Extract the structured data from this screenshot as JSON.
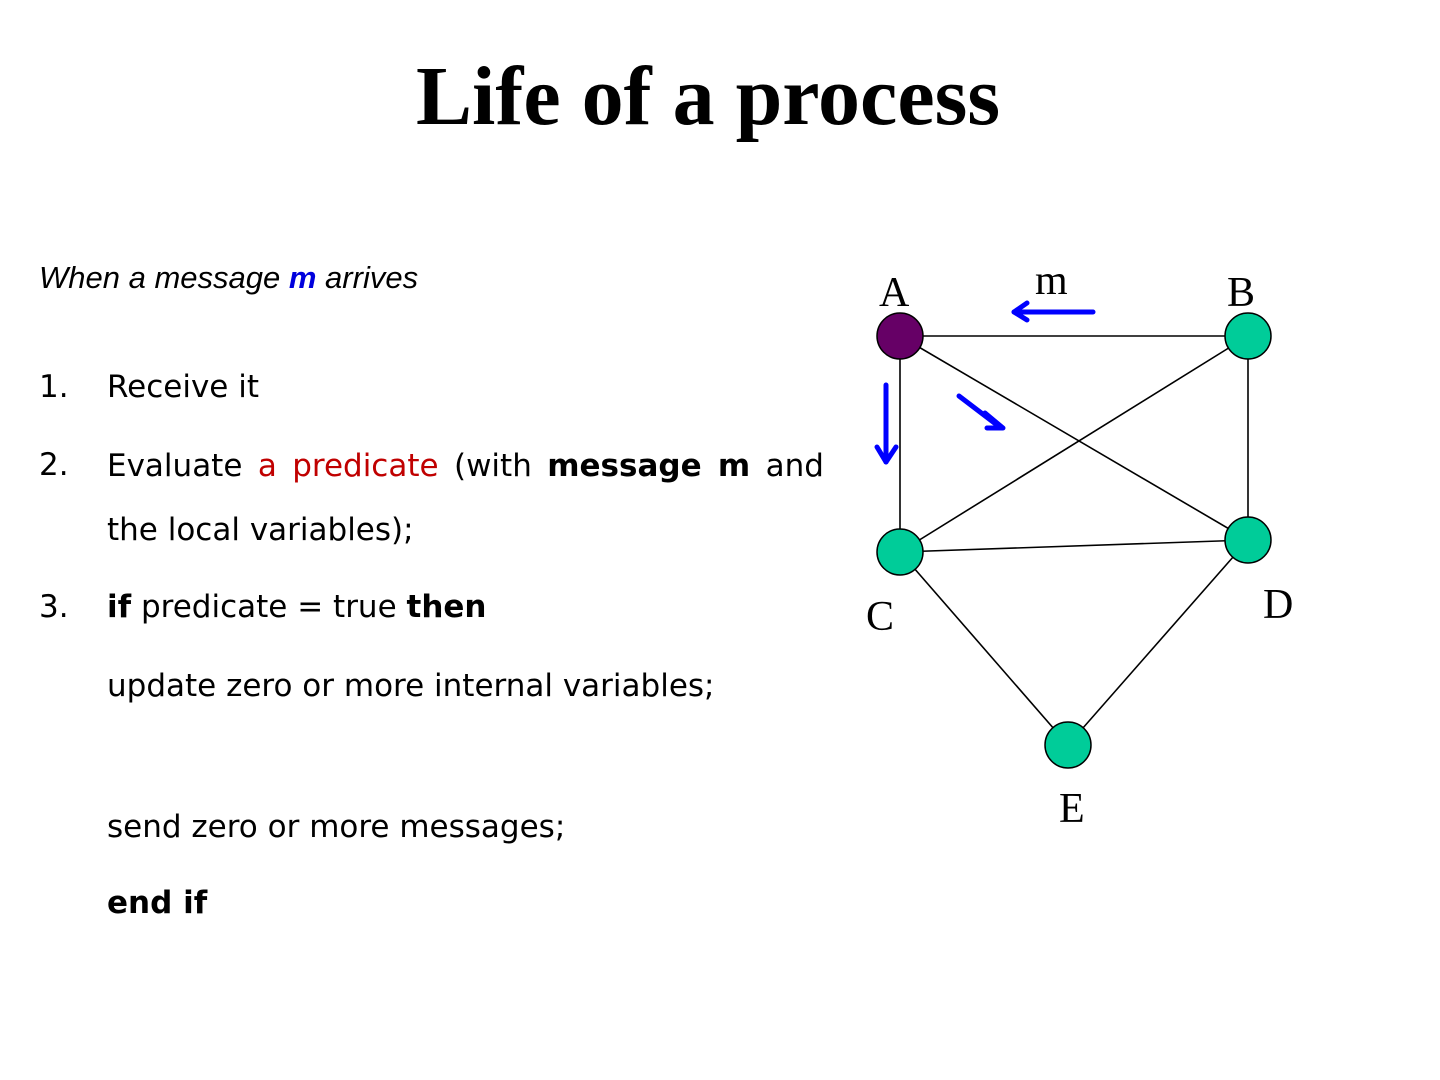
{
  "title": "Life of a process",
  "intro": {
    "prefix": "When a message ",
    "message": "m",
    "suffix": " arrives"
  },
  "steps": {
    "s1": {
      "num": "1.",
      "text": "Receive it"
    },
    "s2": {
      "num": "2.",
      "t1": "Evaluate ",
      "t2": "a predicate",
      "t3": " (with ",
      "t4": "message m",
      "t5": " and the local variables);"
    },
    "s3": {
      "num": "3.",
      "kw_if": "if",
      "cond": " predicate = true ",
      "kw_then": "then"
    },
    "update": "update zero or more internal variables;",
    "send": "send zero or more messages;",
    "endif": "end if"
  },
  "diagram": {
    "message_label": "m",
    "nodes": [
      {
        "id": "A",
        "label": "A",
        "color": "#660066"
      },
      {
        "id": "B",
        "label": "B",
        "color": "#00cc99"
      },
      {
        "id": "C",
        "label": "C",
        "color": "#00cc99"
      },
      {
        "id": "D",
        "label": "D",
        "color": "#00cc99"
      },
      {
        "id": "E",
        "label": "E",
        "color": "#00cc99"
      }
    ],
    "edges": [
      [
        "A",
        "B"
      ],
      [
        "A",
        "C"
      ],
      [
        "A",
        "D"
      ],
      [
        "B",
        "C"
      ],
      [
        "B",
        "D"
      ],
      [
        "C",
        "D"
      ],
      [
        "C",
        "E"
      ],
      [
        "D",
        "E"
      ]
    ],
    "arrow_color": "#0000ff"
  }
}
